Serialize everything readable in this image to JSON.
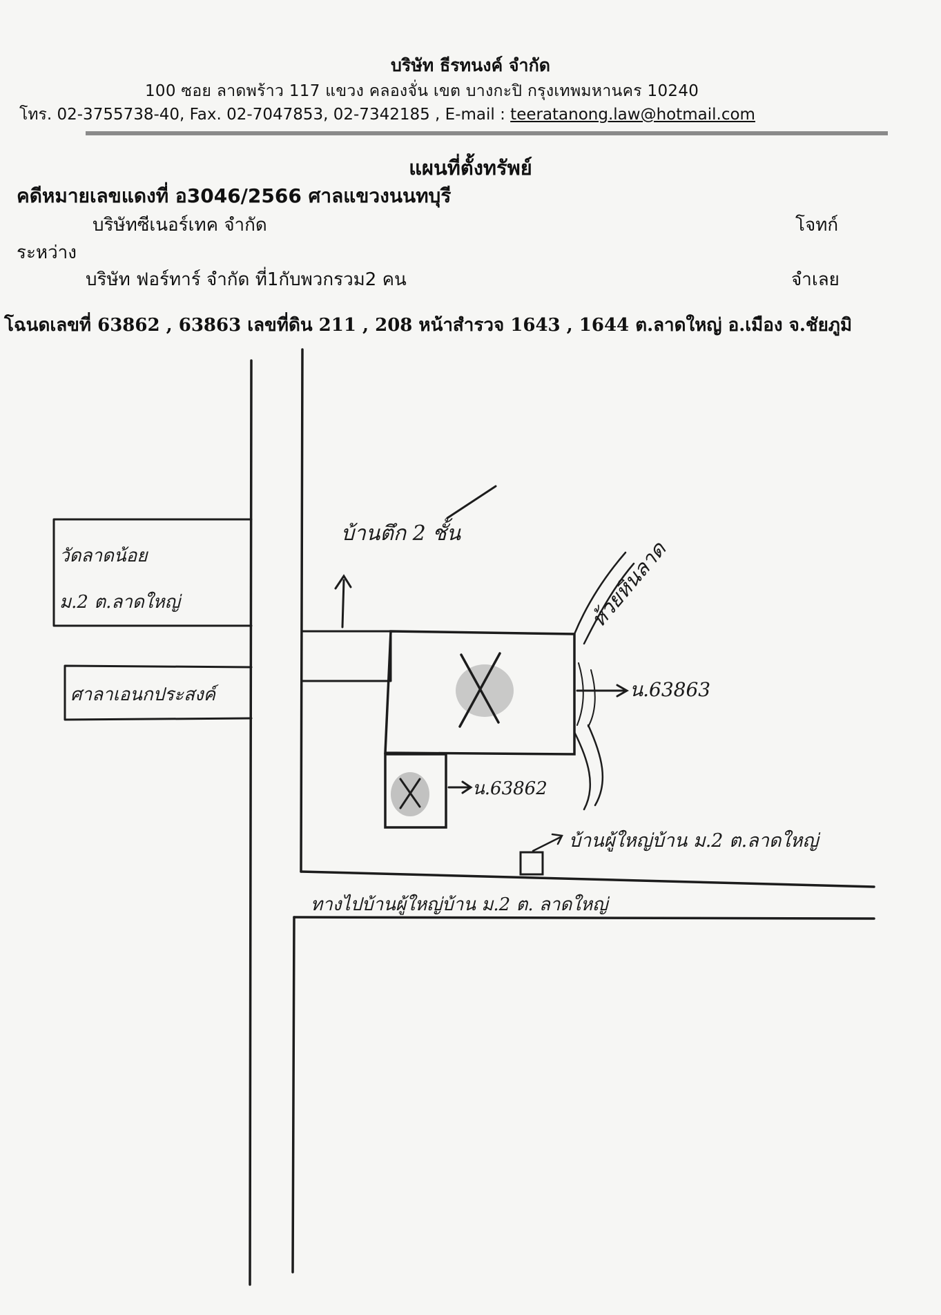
{
  "header": {
    "company_name": "บริษัท ธีรทนงค์ จำกัด",
    "address": "100 ซอย ลาดพร้าว 117 แขวง คลองจั่น เขต บางกะปิ กรุงเทพมหานคร 10240",
    "contact_prefix": "โทร. 02-3755738-40, Fax. 02-7047853, 02-7342185 , E-mail : ",
    "email": "teeratanong.law@hotmail.com"
  },
  "document": {
    "title": "แผนที่ตั้งทรัพย์",
    "case_line": "คดีหมายเลขแดงที่ อ3046/2566 ศาลแขวงนนทบุรี",
    "plaintiff_name": "บริษัทซีเนอร์เทค จำกัด",
    "plaintiff_role": "โจทก์",
    "between_label": "ระหว่าง",
    "defendant_name": "บริษัท ฟอร์ทาร์ จำกัด ที่1กับพวกรวม2 คน",
    "defendant_role": "จำเลย",
    "deed_line": "โฉนดเลขที่ 63862 , 63863 เลขที่ดิน 211 , 208 หน้าสำรวจ 1643 , 1644 ต.ลาดใหญ่ อ.เมือง จ.ชัยภูมิ"
  },
  "map": {
    "label_two_storey_house": "บ้านตึก 2 ชั้น",
    "label_temple": "วัดลาดน้อย ม.2 ต.ลาดใหญ่",
    "label_pavilion": "ศาลาเอนกประสงค์",
    "label_stream": "ห้วยหินลาด",
    "label_deed_63863": "น.63863",
    "label_deed_63862": "น.63862",
    "label_headman_house": "บ้านผู้ใหญ่บ้าน ม.2 ต.ลาดใหญ่",
    "label_road": "ทางไปบ้านผู้ใหญ่บ้าน ม.2 ต. ลาดใหญ่"
  }
}
